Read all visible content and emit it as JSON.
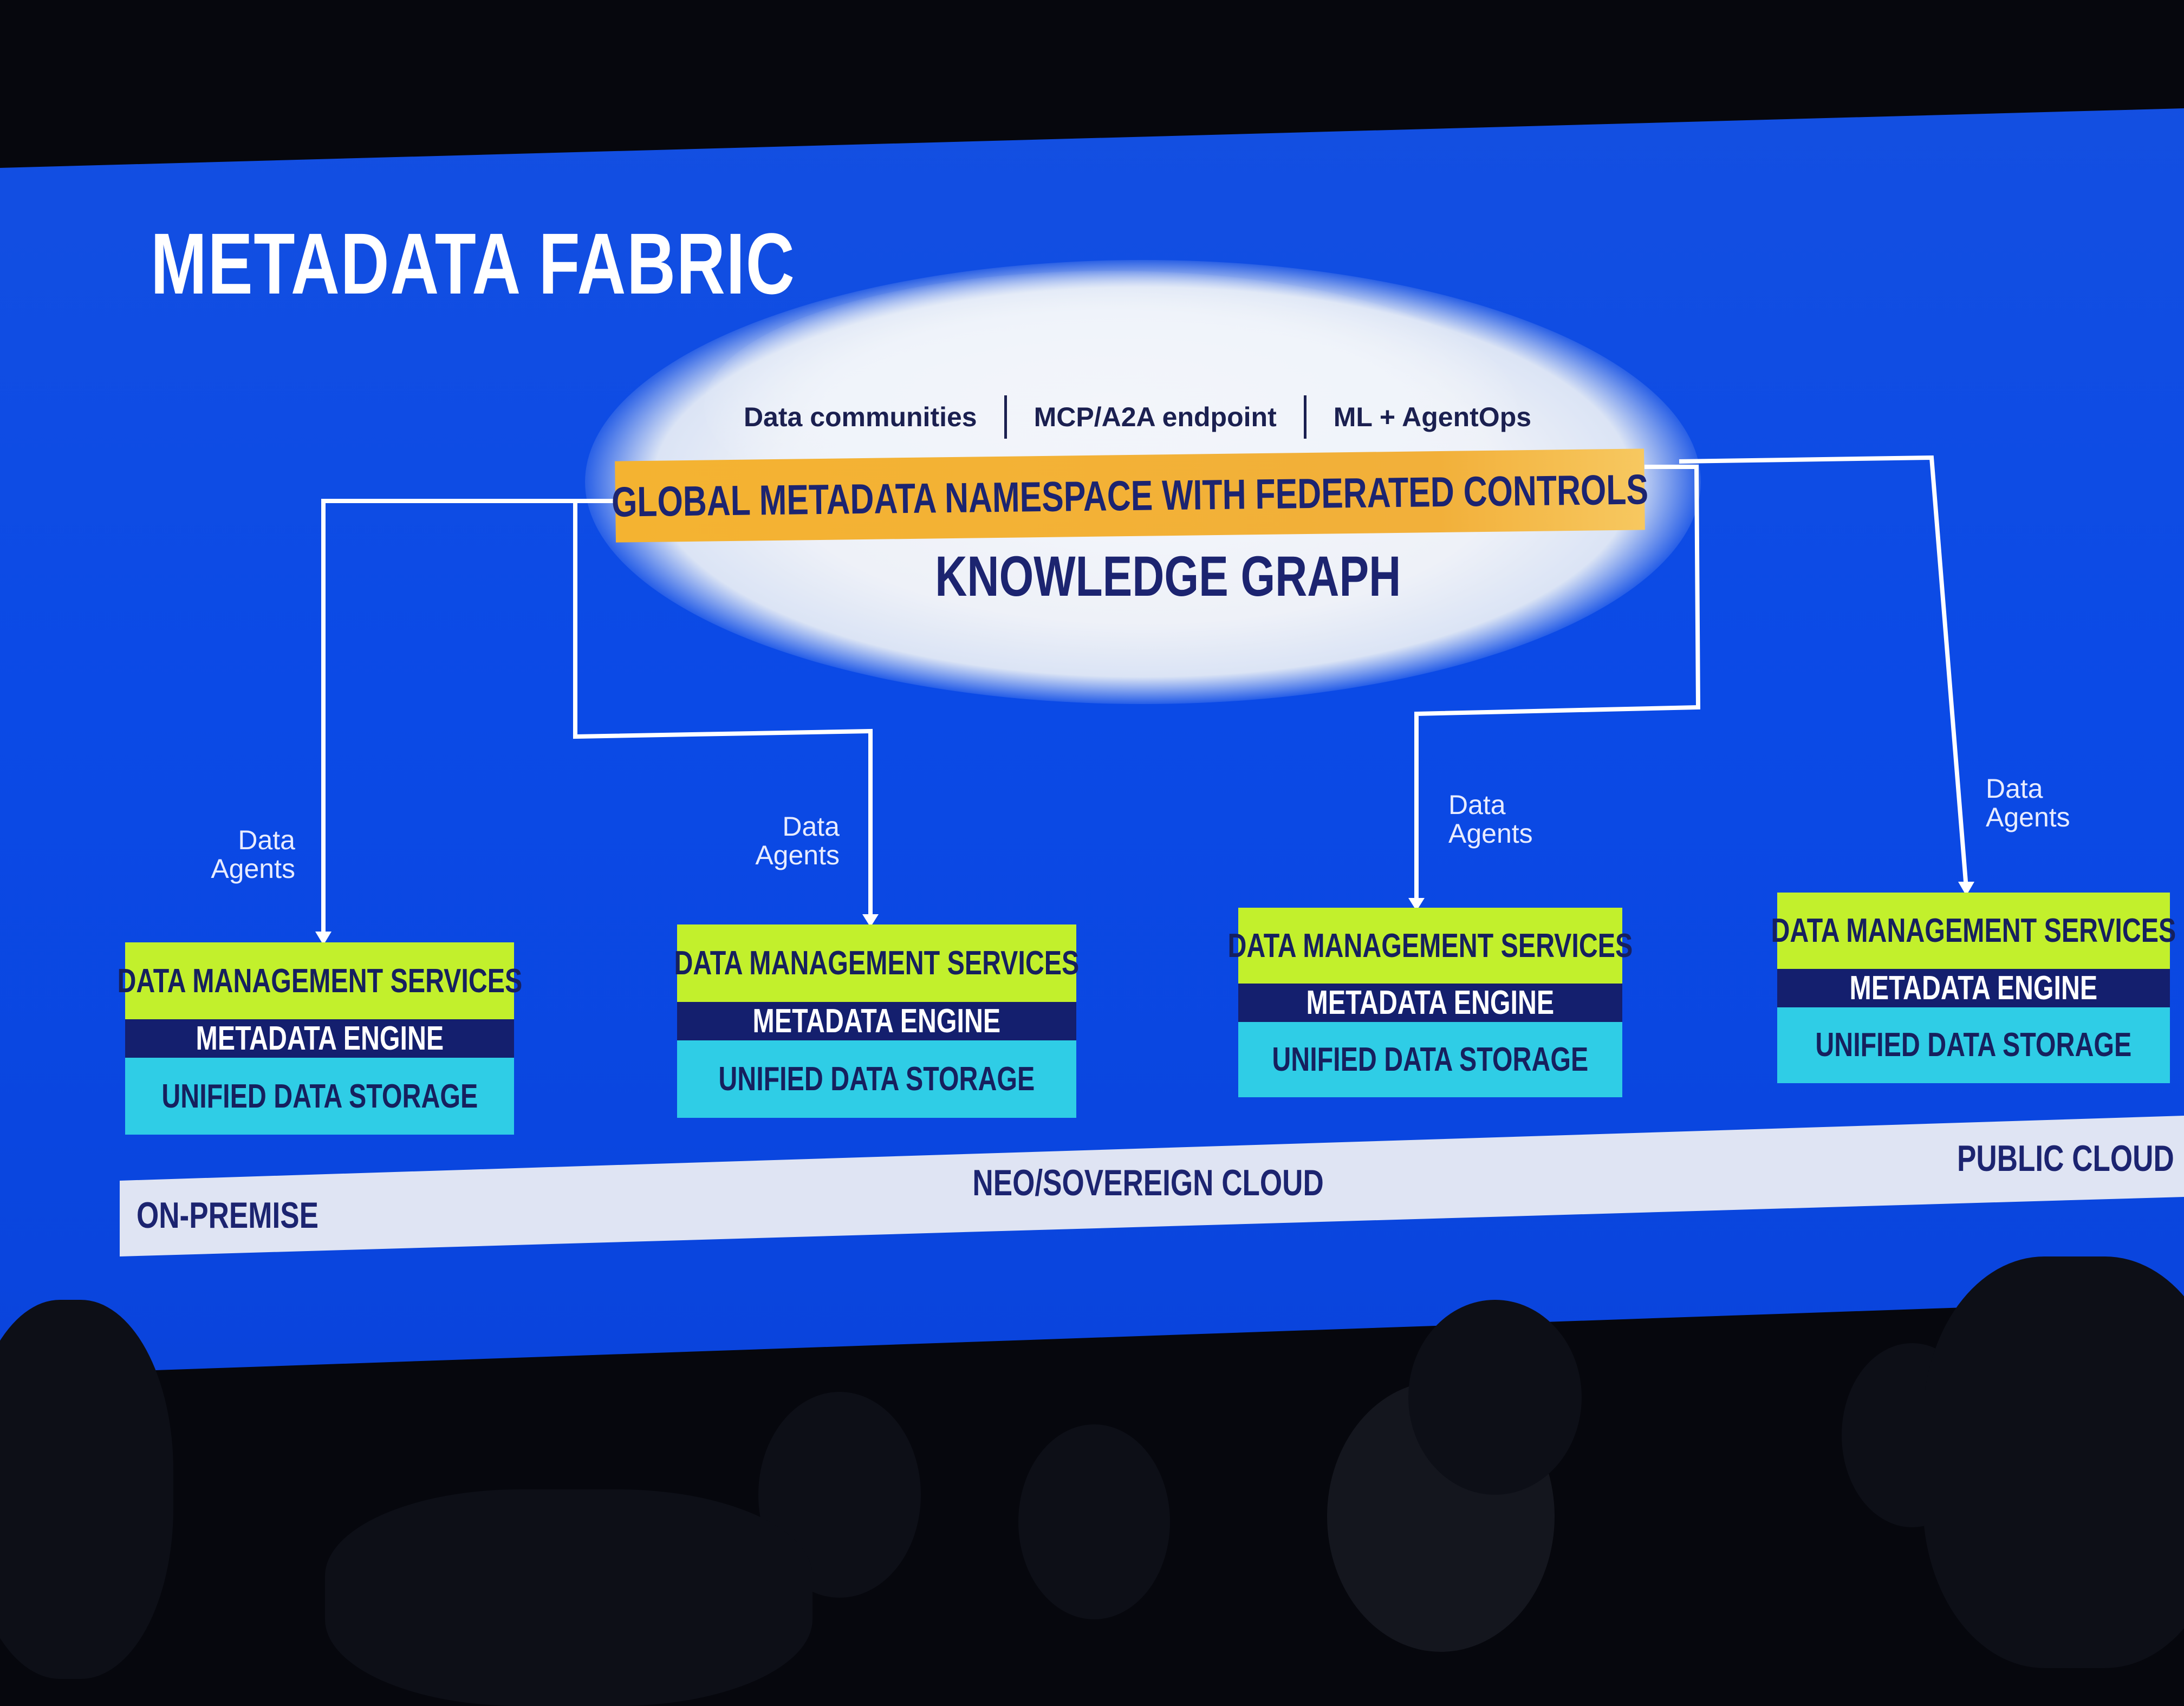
{
  "slide": {
    "title": "METADATA FABRIC",
    "top_labels": [
      "Data communities",
      "MCP/A2A endpoint",
      "ML + AgentOps"
    ],
    "namespace_bar": "GLOBAL METADATA NAMESPACE WITH FEDERATED CONTROLS",
    "knowledge_graph": "KNOWLEDGE GRAPH",
    "agent_label": {
      "line1": "Data",
      "line2": "Agents"
    },
    "stacks": [
      {
        "services": "DATA MANAGEMENT SERVICES",
        "engine": "METADATA ENGINE",
        "storage": "UNIFIED DATA STORAGE"
      },
      {
        "services": "DATA MANAGEMENT SERVICES",
        "engine": "METADATA ENGINE",
        "storage": "UNIFIED DATA STORAGE"
      },
      {
        "services": "DATA MANAGEMENT SERVICES",
        "engine": "METADATA ENGINE",
        "storage": "UNIFIED DATA STORAGE"
      },
      {
        "services": "DATA MANAGEMENT SERVICES",
        "engine": "METADATA ENGINE",
        "storage": "UNIFIED DATA STORAGE"
      }
    ],
    "deployment": {
      "left": "ON-PREMISE",
      "center": "NEO/SOVEREIGN CLOUD",
      "right": "PUBLIC CLOUD"
    },
    "colors": {
      "background": "#0b4ae6",
      "namespace": "#f4b331",
      "services": "#c2f02c",
      "engine": "#141f6e",
      "storage": "#2fcde6",
      "text_dark": "#1c2470"
    }
  }
}
